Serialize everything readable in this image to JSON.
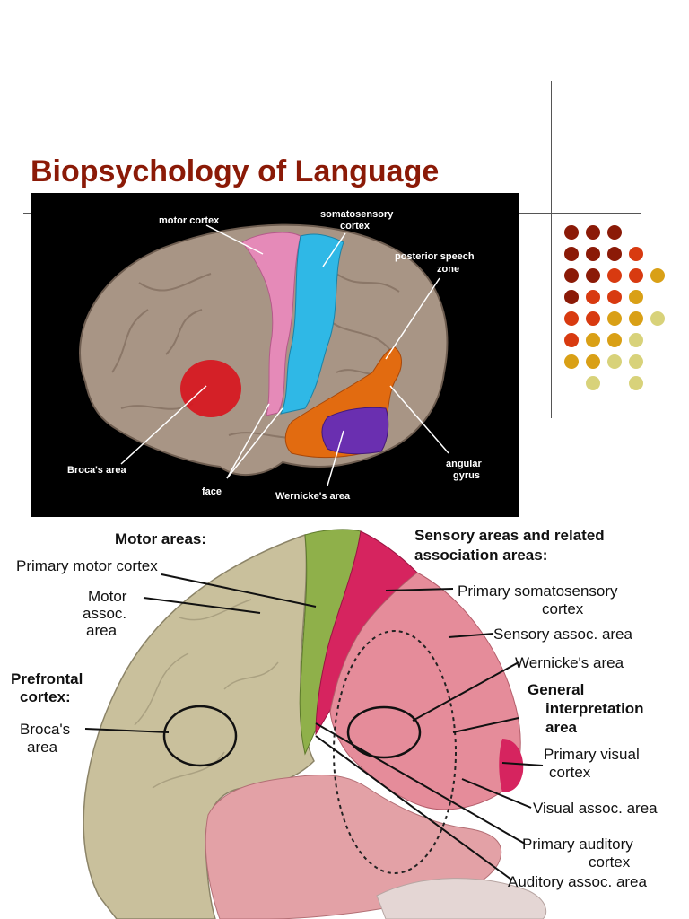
{
  "slide": {
    "title": "Biopsychology of Language"
  },
  "top_diagram": {
    "labels": {
      "motor_cortex": "motor cortex",
      "somatosensory_1": "somatosensory",
      "somatosensory_2": "cortex",
      "posterior_1": "posterior speech",
      "posterior_2": "zone",
      "brocas": "Broca's area",
      "face": "face",
      "wernickes": "Wernicke's area",
      "angular_1": "angular",
      "angular_2": "gyrus"
    },
    "colors": {
      "brain": "#a89585",
      "motor": "#e58ab8",
      "somatosensory": "#2fb8e6",
      "posterior": "#e26b10",
      "wernicke": "#6a2fb0",
      "broca": "#d8131d"
    }
  },
  "bottom_diagram": {
    "labels": {
      "motor_areas": "Motor areas:",
      "primary_motor": "Primary motor cortex",
      "motor_assoc_1": "Motor",
      "motor_assoc_2": "assoc.",
      "motor_assoc_3": "area",
      "prefrontal_1": "Prefrontal",
      "prefrontal_2": "cortex:",
      "brocas_1": "Broca's",
      "brocas_2": "area",
      "sensory_1": "Sensory areas and related",
      "sensory_2": "association areas:",
      "primary_soma_1": "Primary somatosensory",
      "primary_soma_2": "cortex",
      "sensory_assoc": "Sensory assoc. area",
      "wernickes": "Wernicke's area",
      "general_1": "General",
      "general_2": "interpretation",
      "general_3": "area",
      "primary_visual_1": "Primary visual",
      "primary_visual_2": "cortex",
      "visual_assoc": "Visual assoc. area",
      "primary_auditory_1": "Primary auditory",
      "primary_auditory_2": "cortex",
      "auditory_assoc": "Auditory assoc. area"
    },
    "colors": {
      "frontal": "#c9c09c",
      "motor_band": "#8fb04a",
      "somatosensory": "#d6245f",
      "parietal": "#e58c9a",
      "temporal": "#e3a1a6",
      "occipital": "#d6245f"
    }
  },
  "dot_grid": {
    "colors": [
      "#8b1a07",
      "#d83a10",
      "#d9a016",
      "#d8d27a"
    ]
  }
}
